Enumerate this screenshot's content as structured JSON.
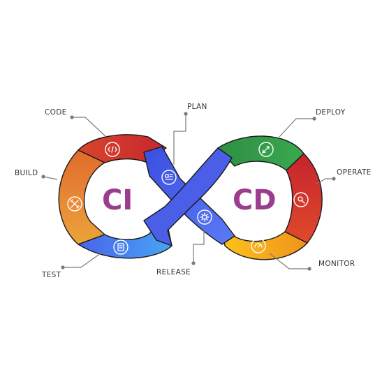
{
  "titles": {
    "left": "CI",
    "right": "CD"
  },
  "stages": {
    "plan": "PLAN",
    "code": "CODE",
    "build": "BUILD",
    "test": "TEST",
    "release": "RELEASE",
    "deploy": "DEPLOY",
    "operate": "OPERATE",
    "monitor": "MONITOR"
  },
  "icons": {
    "code": "code-brackets-icon",
    "build": "wrench-screwdriver-icon",
    "test": "checklist-icon",
    "plan": "plan-board-icon",
    "release": "gear-icon",
    "deploy": "rocket-icon",
    "operate": "settings-wrench-icon",
    "monitor": "monitor-gauge-icon"
  },
  "colors": {
    "red": "#d63a2f",
    "orange": "#e98a2a",
    "blue": "#3f6ff0",
    "purple": "#6254e6",
    "green": "#2f9a45",
    "yellow": "#f7b21a",
    "title": "#9c3c8e"
  }
}
